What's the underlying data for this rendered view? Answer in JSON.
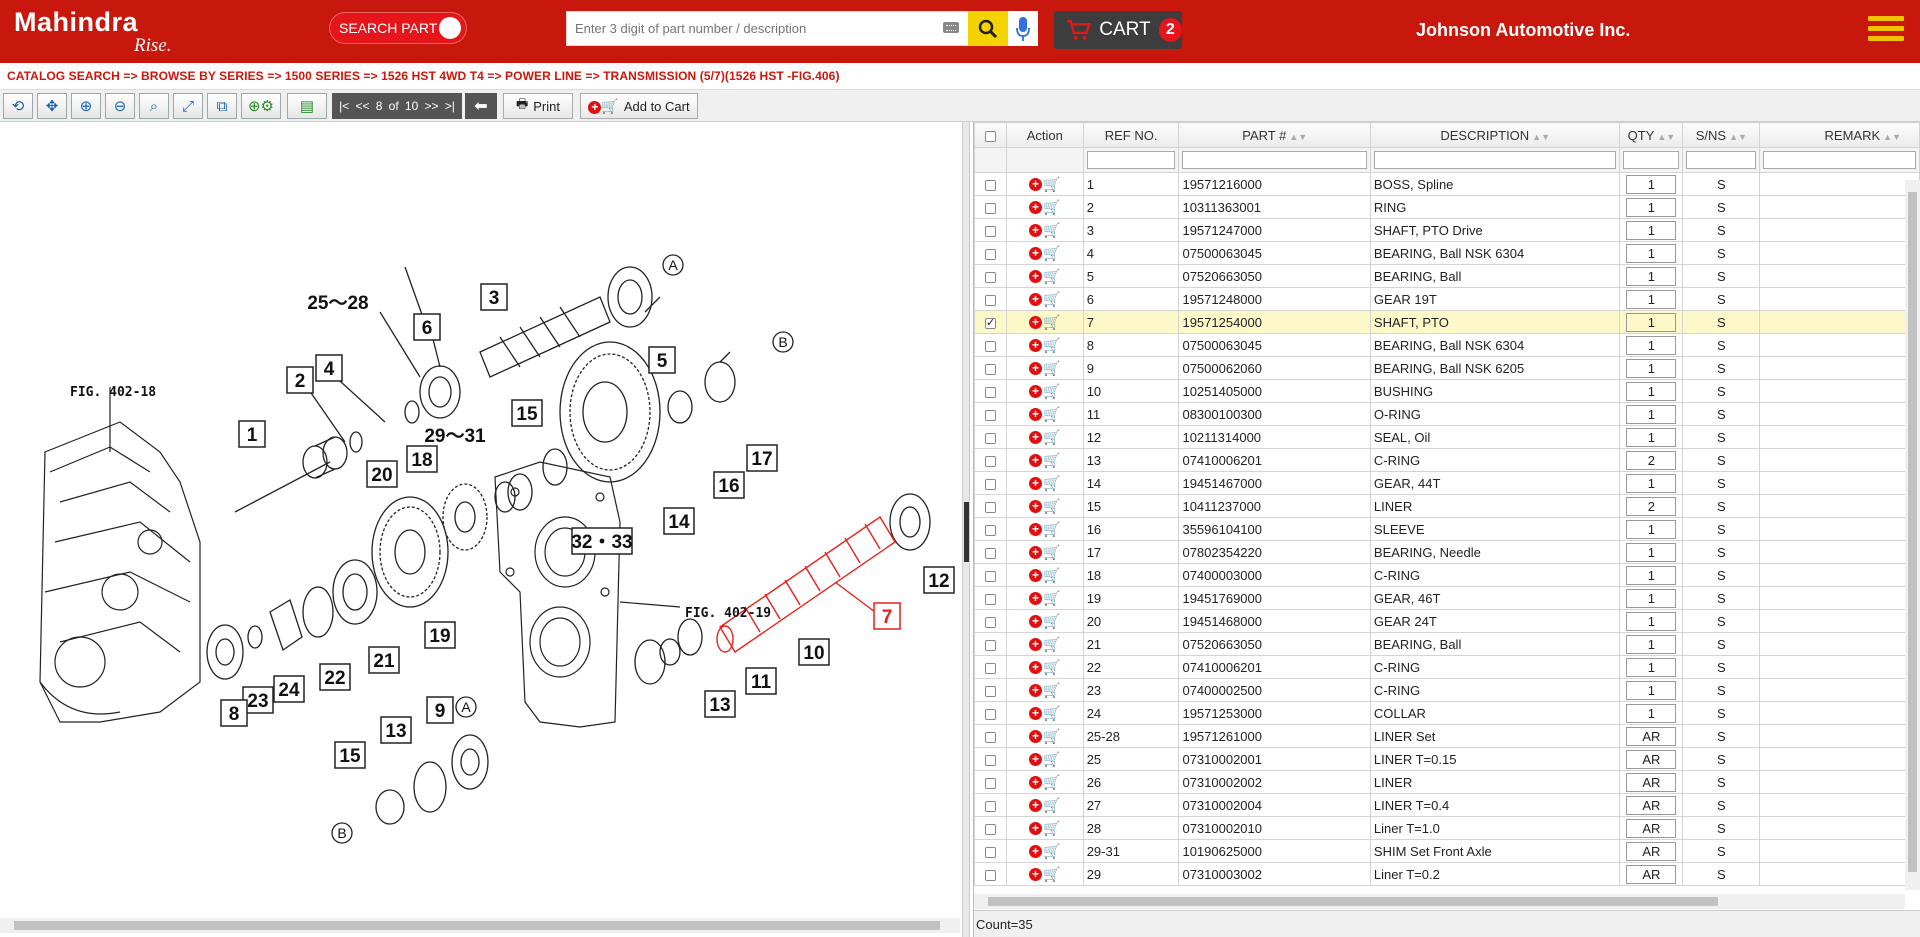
{
  "brand": {
    "name": "Mahindra",
    "tagline": "Rise."
  },
  "header": {
    "search_toggle_label": "SEARCH PART",
    "search_placeholder": "Enter 3 digit of part number / description",
    "cart_label": "CART",
    "cart_count": "2",
    "company": "Johnson Automotive Inc."
  },
  "breadcrumb": "CATALOG SEARCH  => BROWSE BY SERIES  => 1500 SERIES  => 1526 HST 4WD T4  => POWER LINE  => TRANSMISSION (5/7)(1526 HST -FIG.406)",
  "toolbar": {
    "pager_first": "|<",
    "pager_prev": "<<",
    "pager_current": "8",
    "pager_of": "of",
    "pager_total": "10",
    "pager_next": ">>",
    "pager_last": ">|",
    "print_label": "Print",
    "add_to_cart_label": "Add to Cart"
  },
  "diagram": {
    "labels": [
      "25～28",
      "3",
      "6",
      "2",
      "4",
      "1",
      "29～31",
      "15",
      "5",
      "17",
      "18",
      "20",
      "16",
      "14",
      "32・33",
      "19",
      "21",
      "22",
      "24",
      "23",
      "8",
      "9",
      "13",
      "15",
      "7",
      "10",
      "11",
      "13",
      "12"
    ],
    "circle_labels": [
      "A",
      "B",
      "A",
      "B"
    ],
    "fig_labels": [
      "FIG. 402-18",
      "FIG. 402-19"
    ]
  },
  "table": {
    "columns": [
      "Action",
      "REF NO.",
      "PART #",
      "DESCRIPTION",
      "QTY",
      "S/NS",
      "REMARK"
    ],
    "rows": [
      {
        "ref": "1",
        "part": "19571216000",
        "desc": "BOSS, Spline",
        "qty": "1",
        "sns": "S"
      },
      {
        "ref": "2",
        "part": "10311363001",
        "desc": "RING",
        "qty": "1",
        "sns": "S"
      },
      {
        "ref": "3",
        "part": "19571247000",
        "desc": "SHAFT, PTO Drive",
        "qty": "1",
        "sns": "S"
      },
      {
        "ref": "4",
        "part": "07500063045",
        "desc": "BEARING, Ball NSK 6304",
        "qty": "1",
        "sns": "S"
      },
      {
        "ref": "5",
        "part": "07520663050",
        "desc": "BEARING, Ball",
        "qty": "1",
        "sns": "S"
      },
      {
        "ref": "6",
        "part": "19571248000",
        "desc": "GEAR 19T",
        "qty": "1",
        "sns": "S"
      },
      {
        "ref": "7",
        "part": "19571254000",
        "desc": "SHAFT, PTO",
        "qty": "1",
        "sns": "S",
        "selected": true
      },
      {
        "ref": "8",
        "part": "07500063045",
        "desc": "BEARING, Ball NSK 6304",
        "qty": "1",
        "sns": "S"
      },
      {
        "ref": "9",
        "part": "07500062060",
        "desc": "BEARING, Ball NSK 6205",
        "qty": "1",
        "sns": "S"
      },
      {
        "ref": "10",
        "part": "10251405000",
        "desc": "BUSHING",
        "qty": "1",
        "sns": "S"
      },
      {
        "ref": "11",
        "part": "08300100300",
        "desc": "O-RING",
        "qty": "1",
        "sns": "S"
      },
      {
        "ref": "12",
        "part": "10211314000",
        "desc": "SEAL, Oil",
        "qty": "1",
        "sns": "S"
      },
      {
        "ref": "13",
        "part": "07410006201",
        "desc": "C-RING",
        "qty": "2",
        "sns": "S"
      },
      {
        "ref": "14",
        "part": "19451467000",
        "desc": "GEAR, 44T",
        "qty": "1",
        "sns": "S"
      },
      {
        "ref": "15",
        "part": "10411237000",
        "desc": "LINER",
        "qty": "2",
        "sns": "S"
      },
      {
        "ref": "16",
        "part": "35596104100",
        "desc": "SLEEVE",
        "qty": "1",
        "sns": "S"
      },
      {
        "ref": "17",
        "part": "07802354220",
        "desc": "BEARING, Needle",
        "qty": "1",
        "sns": "S"
      },
      {
        "ref": "18",
        "part": "07400003000",
        "desc": "C-RING",
        "qty": "1",
        "sns": "S"
      },
      {
        "ref": "19",
        "part": "19451769000",
        "desc": "GEAR, 46T",
        "qty": "1",
        "sns": "S"
      },
      {
        "ref": "20",
        "part": "19451468000",
        "desc": "GEAR 24T",
        "qty": "1",
        "sns": "S"
      },
      {
        "ref": "21",
        "part": "07520663050",
        "desc": "BEARING, Ball",
        "qty": "1",
        "sns": "S"
      },
      {
        "ref": "22",
        "part": "07410006201",
        "desc": "C-RING",
        "qty": "1",
        "sns": "S"
      },
      {
        "ref": "23",
        "part": "07400002500",
        "desc": "C-RING",
        "qty": "1",
        "sns": "S"
      },
      {
        "ref": "24",
        "part": "19571253000",
        "desc": "COLLAR",
        "qty": "1",
        "sns": "S"
      },
      {
        "ref": "25-28",
        "part": "19571261000",
        "desc": "LINER Set",
        "qty": "AR",
        "sns": "S"
      },
      {
        "ref": "25",
        "part": "07310002001",
        "desc": "LINER T=0.15",
        "qty": "AR",
        "sns": "S"
      },
      {
        "ref": "26",
        "part": "07310002002",
        "desc": "LINER",
        "qty": "AR",
        "sns": "S"
      },
      {
        "ref": "27",
        "part": "07310002004",
        "desc": "LINER T=0.4",
        "qty": "AR",
        "sns": "S"
      },
      {
        "ref": "28",
        "part": "07310002010",
        "desc": "Liner T=1.0",
        "qty": "AR",
        "sns": "S"
      },
      {
        "ref": "29-31",
        "part": "10190625000",
        "desc": "SHIM Set Front Axle",
        "qty": "AR",
        "sns": "S"
      },
      {
        "ref": "29",
        "part": "07310003002",
        "desc": "Liner T=0.2",
        "qty": "AR",
        "sns": "S"
      }
    ],
    "count_text": "Count=35"
  },
  "colors": {
    "brand_red": "#c8170d",
    "accent_yellow": "#f5d300",
    "highlight_red": "#e8201a",
    "selected_row": "#fdf8c8"
  }
}
